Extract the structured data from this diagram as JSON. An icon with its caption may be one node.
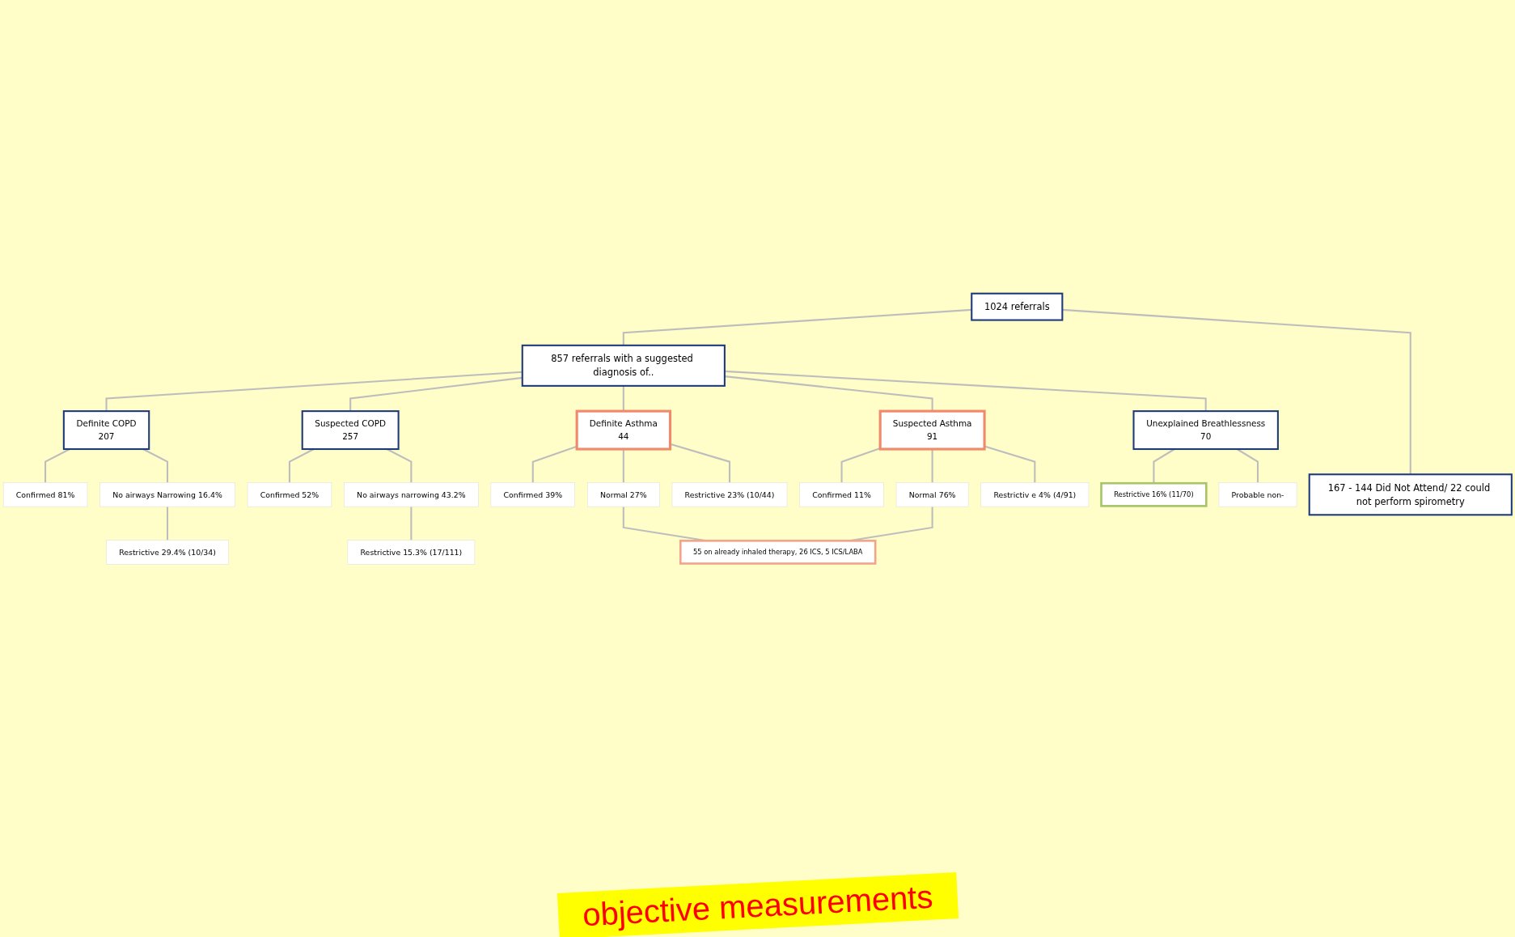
{
  "diagram": {
    "nodes": [
      {
        "text": [
          "1024 referrals"
        ]
      },
      {
        "text": [
          "167 - 144 Did Not Attend/ 22 could not perform spirometry"
        ]
      },
      {
        "text": [
          "857 referrals with a suggested diagnosis of.."
        ]
      },
      {
        "text": [
          "Definite COPD",
          "207"
        ]
      },
      {
        "text": [
          "Suspected COPD",
          "257"
        ]
      },
      {
        "text": [
          "Definite Asthma",
          "44"
        ]
      },
      {
        "text": [
          "Suspected Asthma",
          "91"
        ]
      },
      {
        "text": [
          "Unexplained Breathlessness",
          "70"
        ]
      },
      {
        "text": [
          "Confirmed 81%"
        ]
      },
      {
        "text": [
          "No airways Narrowing 16.4%"
        ]
      },
      {
        "text": [
          "Restrictive 29.4% (10/34)"
        ]
      },
      {
        "text": [
          "Confirmed 52%"
        ]
      },
      {
        "text": [
          "No airways narrowing 43.2%"
        ]
      },
      {
        "text": [
          "Restrictive 15.3% (17/111)"
        ]
      },
      {
        "text": [
          "Confirmed 39%"
        ]
      },
      {
        "text": [
          "Normal 27%"
        ]
      },
      {
        "text": [
          "Restrictive 23% (10/44)"
        ]
      },
      {
        "text": [
          "Confirmed 11%"
        ]
      },
      {
        "text": [
          "Normal 76%"
        ]
      },
      {
        "text": [
          "Restrictiv e 4% (4/91)"
        ]
      },
      {
        "text": [
          "Restrictive 16% (11/70)"
        ]
      },
      {
        "text": [
          "Probable non-"
        ]
      },
      {
        "text": [
          "55 on already inhaled therapy, 26 ICS, 5 ICS/LABA"
        ]
      }
    ],
    "edges": [
      {
        "from": 0,
        "to": 1,
        "arrow": "none"
      },
      {
        "from": 0,
        "to": 2,
        "arrow": "none"
      },
      {
        "from": 2,
        "to": 3,
        "arrow": "none"
      },
      {
        "from": 2,
        "to": 4,
        "arrow": "none"
      },
      {
        "from": 2,
        "to": 5,
        "arrow": "none"
      },
      {
        "from": 2,
        "to": 6,
        "arrow": "none"
      },
      {
        "from": 2,
        "to": 7,
        "arrow": "none"
      },
      {
        "from": 3,
        "to": 8,
        "arrow": "none"
      },
      {
        "from": 3,
        "to": 9,
        "arrow": "none"
      },
      {
        "from": 9,
        "to": 10,
        "arrow": "none"
      },
      {
        "from": 4,
        "to": 11,
        "arrow": "none"
      },
      {
        "from": 4,
        "to": 12,
        "arrow": "none"
      },
      {
        "from": 12,
        "to": 13,
        "arrow": "none"
      },
      {
        "from": 5,
        "to": 14,
        "arrow": "none"
      },
      {
        "from": 5,
        "to": 15,
        "arrow": "none"
      },
      {
        "from": 5,
        "to": 16,
        "arrow": "none"
      },
      {
        "from": 6,
        "to": 17,
        "arrow": "none"
      },
      {
        "from": 6,
        "to": 18,
        "arrow": "none"
      },
      {
        "from": 6,
        "to": 19,
        "arrow": "none"
      },
      {
        "from": 7,
        "to": 21,
        "arrow": "none"
      },
      {
        "from": 7,
        "to": 20,
        "arrow": "none"
      },
      {
        "from": 15,
        "to": 22,
        "arrow": "none"
      },
      {
        "from": 18,
        "to": 22,
        "arrow": "none"
      }
    ],
    "labels": [
      "objective measurements"
    ]
  }
}
